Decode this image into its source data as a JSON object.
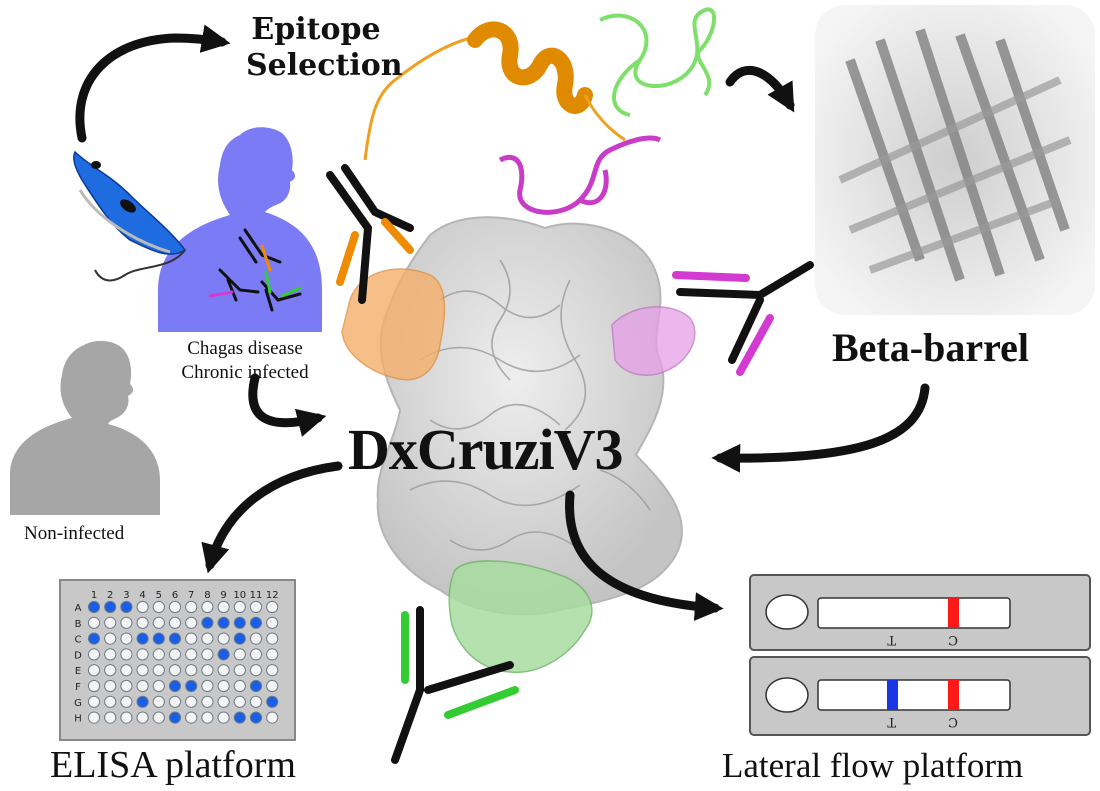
{
  "labels": {
    "epitope_selection": "Epitope\nSelection",
    "beta_barrel": "Beta-barrel",
    "main": "DxCruziV3",
    "chagas": "Chagas disease\nChronic infected",
    "non_infected": "Non-infected",
    "elisa": "ELISA platform",
    "lateral": "Lateral flow platform"
  },
  "elisa_plate": {
    "columns": [
      "1",
      "2",
      "3",
      "4",
      "5",
      "6",
      "7",
      "8",
      "9",
      "10",
      "11",
      "12"
    ],
    "rows": [
      "A",
      "B",
      "C",
      "D",
      "E",
      "F",
      "G",
      "H"
    ],
    "positive_wells": [
      "A1",
      "A2",
      "A3",
      "B8",
      "B9",
      "B10",
      "B11",
      "C1",
      "C4",
      "C5",
      "C6",
      "C10",
      "D9",
      "F6",
      "F7",
      "F11",
      "G4",
      "G12",
      "H6",
      "H10",
      "H11"
    ]
  },
  "lateral_strips": [
    {
      "test_line": "T",
      "control_line": "C",
      "test_positive": false
    },
    {
      "test_line": "T",
      "control_line": "C",
      "test_positive": true
    }
  ],
  "colors": {
    "orange_epitope": "#f08a00",
    "magenta_epitope": "#d23ad2",
    "green_epitope": "#33cc33",
    "human_infected": "#7b7bf5",
    "human_non_infected": "#a6a6a6",
    "parasite": "#1f6be0",
    "well_positive": "#1a5ee6",
    "control_line": "#ff1a1a",
    "test_line": "#1a35e6"
  }
}
